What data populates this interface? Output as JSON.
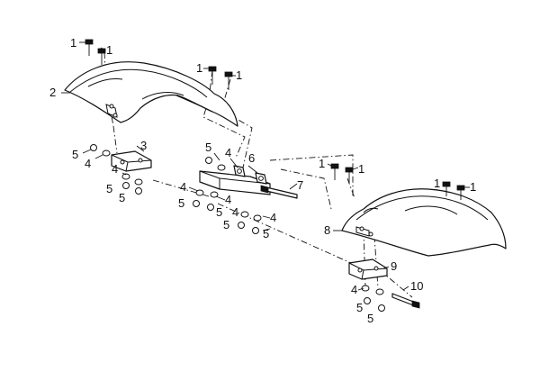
{
  "callouts": [
    {
      "id": "c1a",
      "text": "1"
    },
    {
      "id": "c1b",
      "text": "1"
    },
    {
      "id": "c2",
      "text": "2"
    },
    {
      "id": "c1c",
      "text": "1"
    },
    {
      "id": "c1d",
      "text": "1"
    },
    {
      "id": "c3",
      "text": "3"
    },
    {
      "id": "c4a",
      "text": "4"
    },
    {
      "id": "c5a",
      "text": "5"
    },
    {
      "id": "c4b",
      "text": "4"
    },
    {
      "id": "c5b",
      "text": "5"
    },
    {
      "id": "c5c",
      "text": "5"
    },
    {
      "id": "c5d",
      "text": "5"
    },
    {
      "id": "c4c",
      "text": "4"
    },
    {
      "id": "c6",
      "text": "6"
    },
    {
      "id": "c4d",
      "text": "4"
    },
    {
      "id": "c4e",
      "text": "4"
    },
    {
      "id": "c5e",
      "text": "5"
    },
    {
      "id": "c5f",
      "text": "5"
    },
    {
      "id": "c4f",
      "text": "4"
    },
    {
      "id": "c5g",
      "text": "5"
    },
    {
      "id": "c4g",
      "text": "4"
    },
    {
      "id": "c5h",
      "text": "5"
    },
    {
      "id": "c7",
      "text": "7"
    },
    {
      "id": "c1e",
      "text": "1"
    },
    {
      "id": "c1f",
      "text": "1"
    },
    {
      "id": "c1g",
      "text": "1"
    },
    {
      "id": "c1h",
      "text": "1"
    },
    {
      "id": "c8",
      "text": "8"
    },
    {
      "id": "c9",
      "text": "9"
    },
    {
      "id": "c10",
      "text": "10"
    },
    {
      "id": "c4h",
      "text": "4"
    },
    {
      "id": "c5i",
      "text": "5"
    },
    {
      "id": "c5j",
      "text": "5"
    }
  ]
}
